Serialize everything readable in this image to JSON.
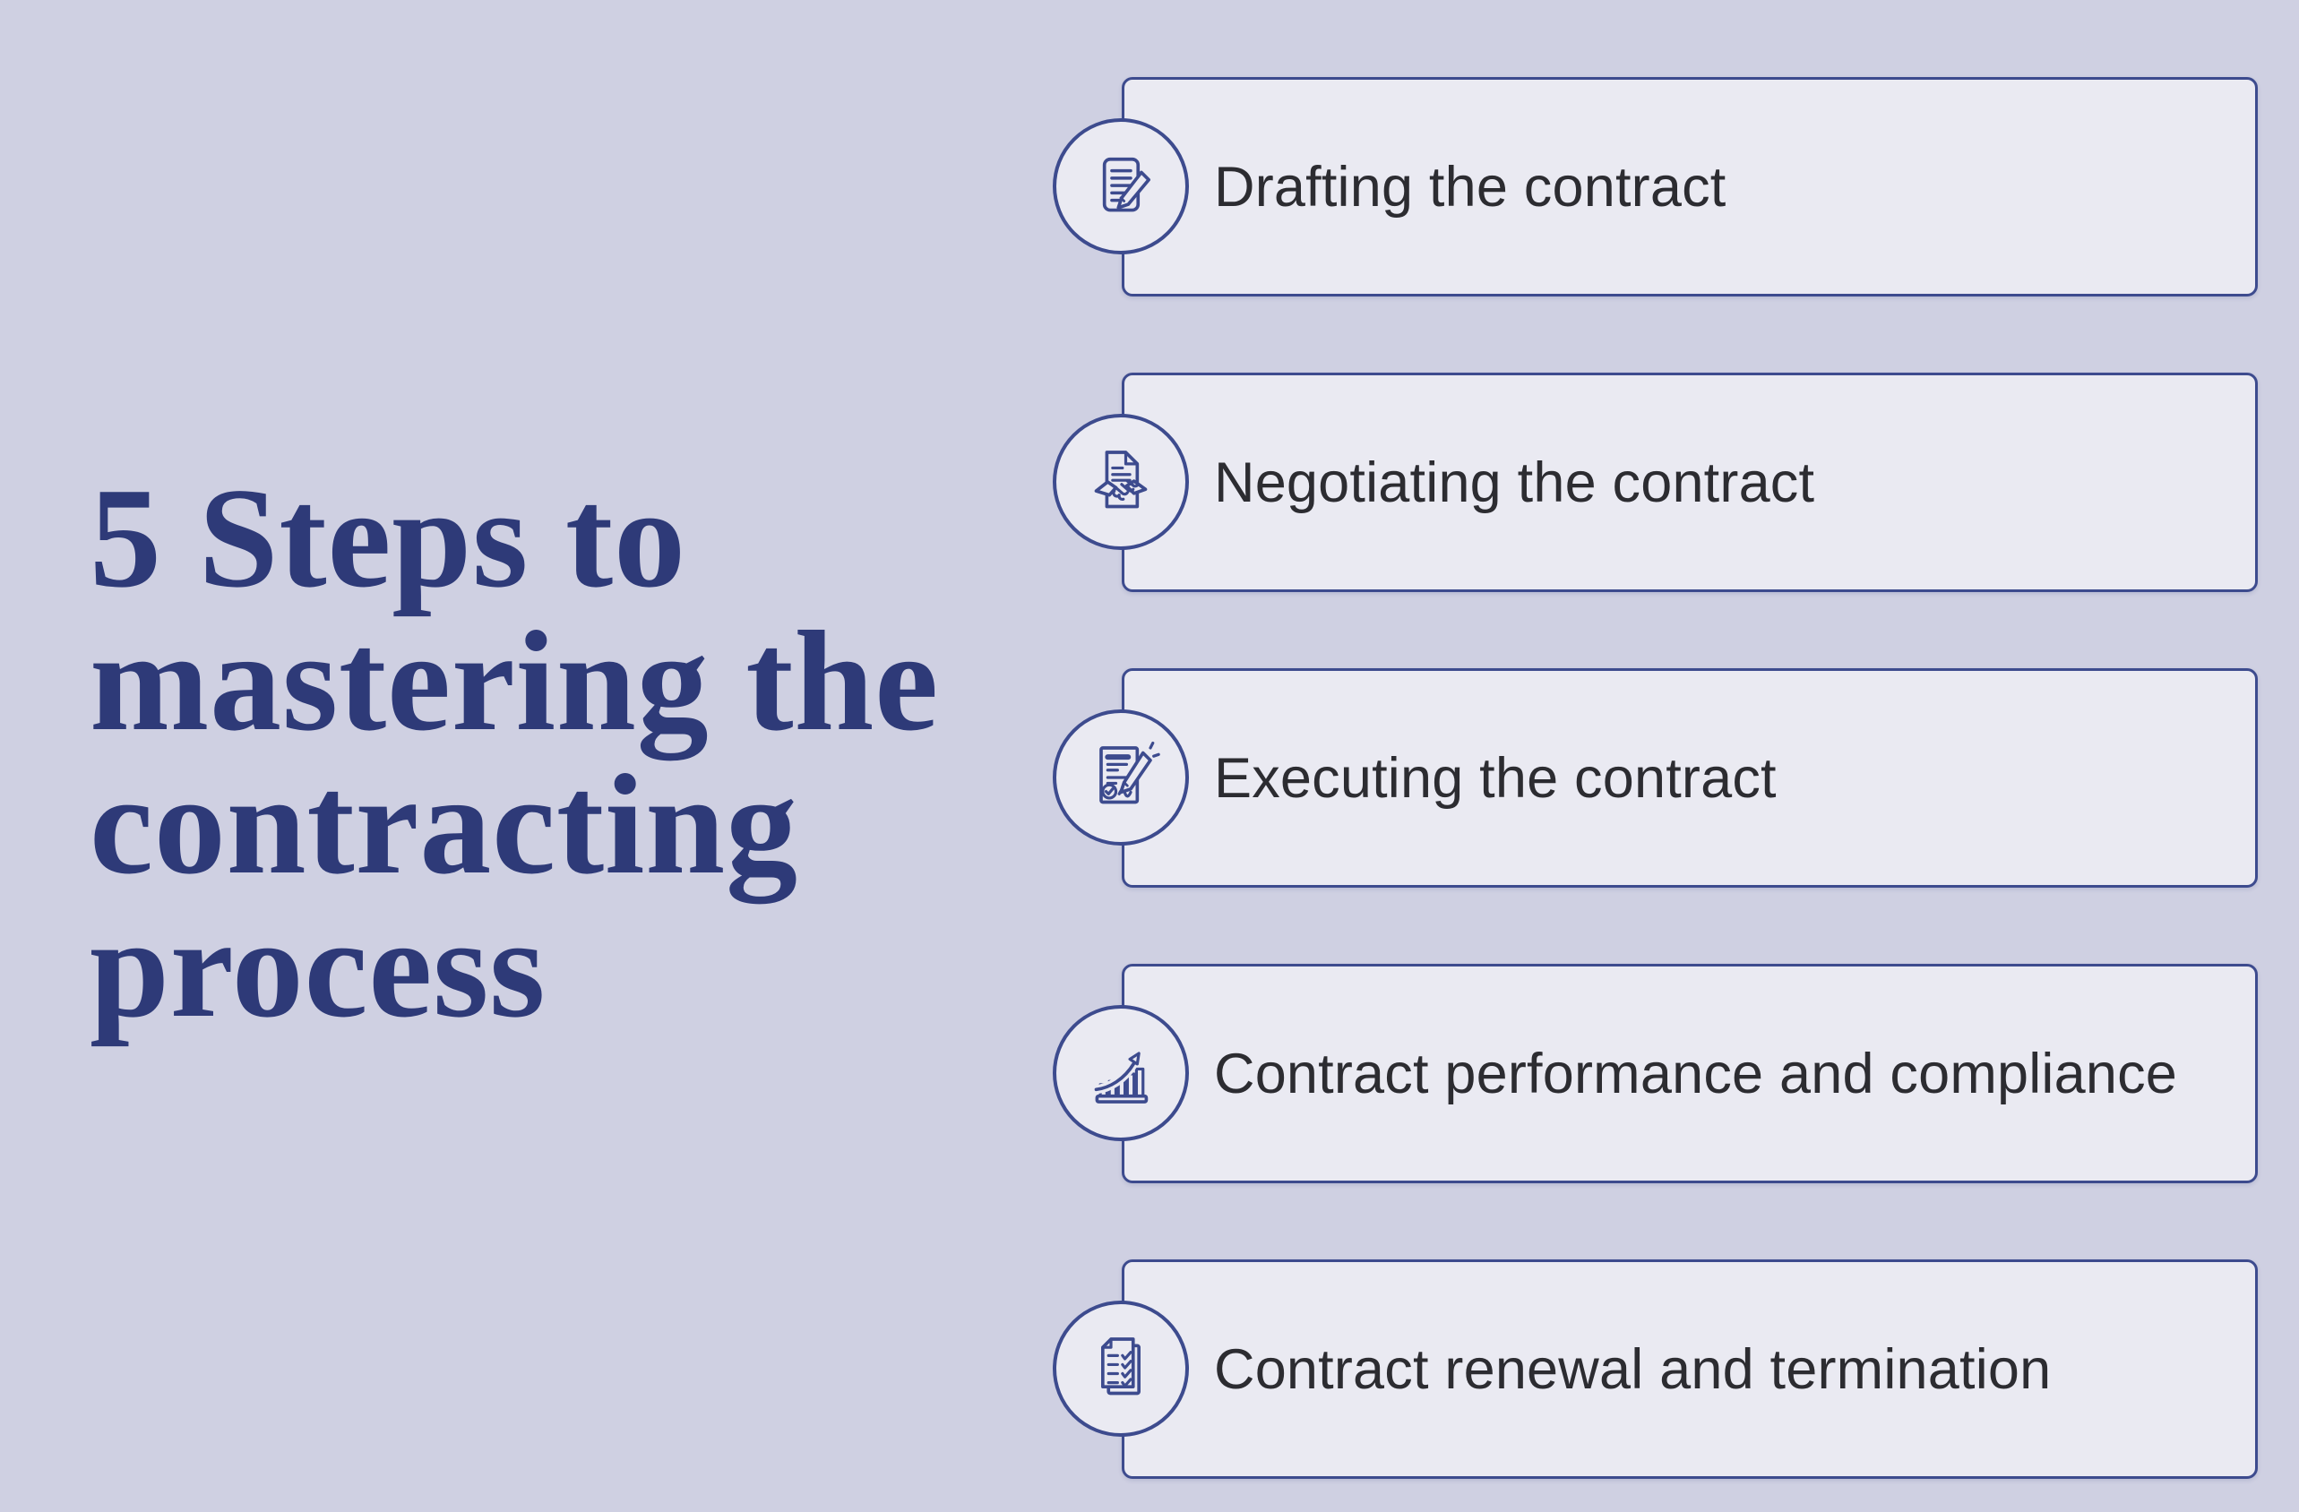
{
  "colors": {
    "background": "#cfd0e2",
    "card_bg": "#eaeaf2",
    "accent": "#3d4b8e",
    "title_color": "#2e3a78",
    "label_color": "#2c2c31"
  },
  "title": {
    "text": "5 Steps to mastering the contracting process",
    "lines": [
      "5 Steps to",
      "mastering the",
      "contracting",
      "process"
    ]
  },
  "steps": [
    {
      "label": "Drafting the contract",
      "icon": "document-pen-icon"
    },
    {
      "label": "Negotiating the contract",
      "icon": "document-handshake-icon"
    },
    {
      "label": "Executing the contract",
      "icon": "document-signing-icon"
    },
    {
      "label": "Contract performance and compliance",
      "icon": "growth-chart-icon"
    },
    {
      "label": "Contract renewal and termination",
      "icon": "checklist-pages-icon"
    }
  ]
}
